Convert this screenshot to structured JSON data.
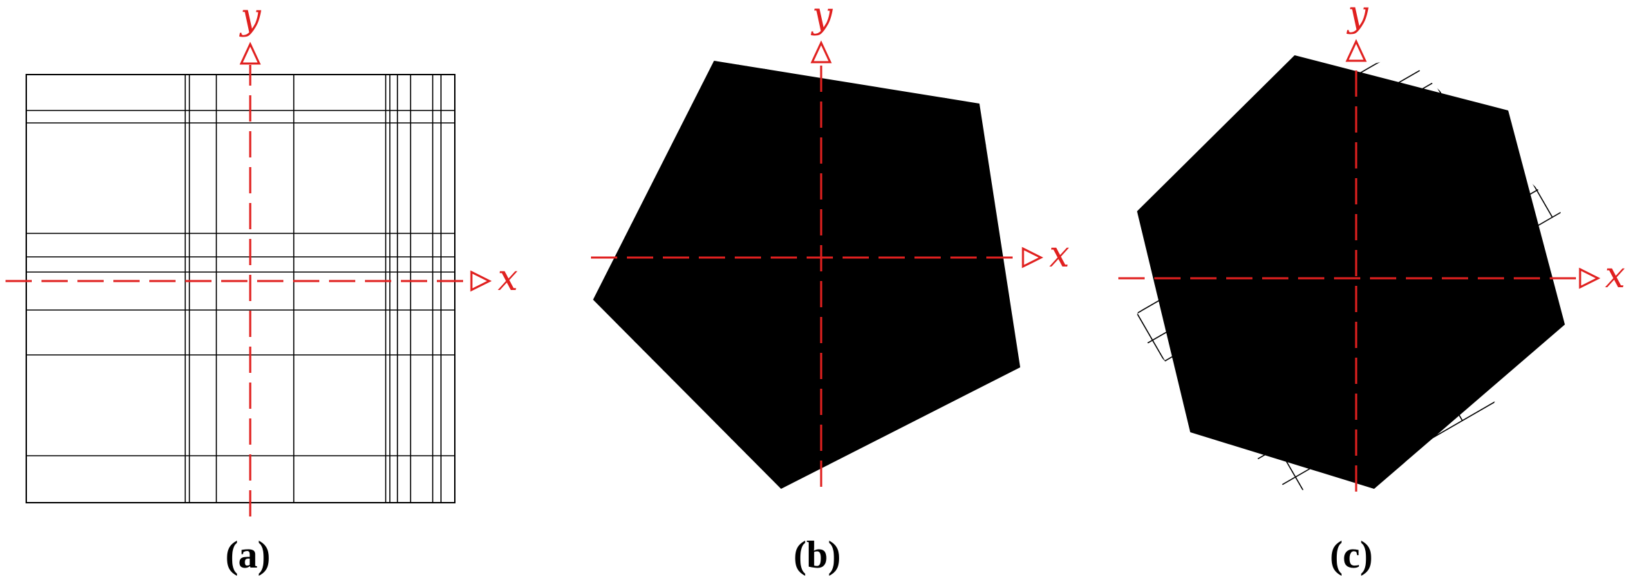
{
  "panels": [
    {
      "label": "(a)",
      "x_axis": "x",
      "y_axis": "y"
    },
    {
      "label": "(b)",
      "x_axis": "x",
      "y_axis": "y"
    },
    {
      "label": "(c)",
      "x_axis": "x",
      "y_axis": "y"
    }
  ],
  "colors": {
    "axis": "#e0201f",
    "lines": "#000000"
  }
}
